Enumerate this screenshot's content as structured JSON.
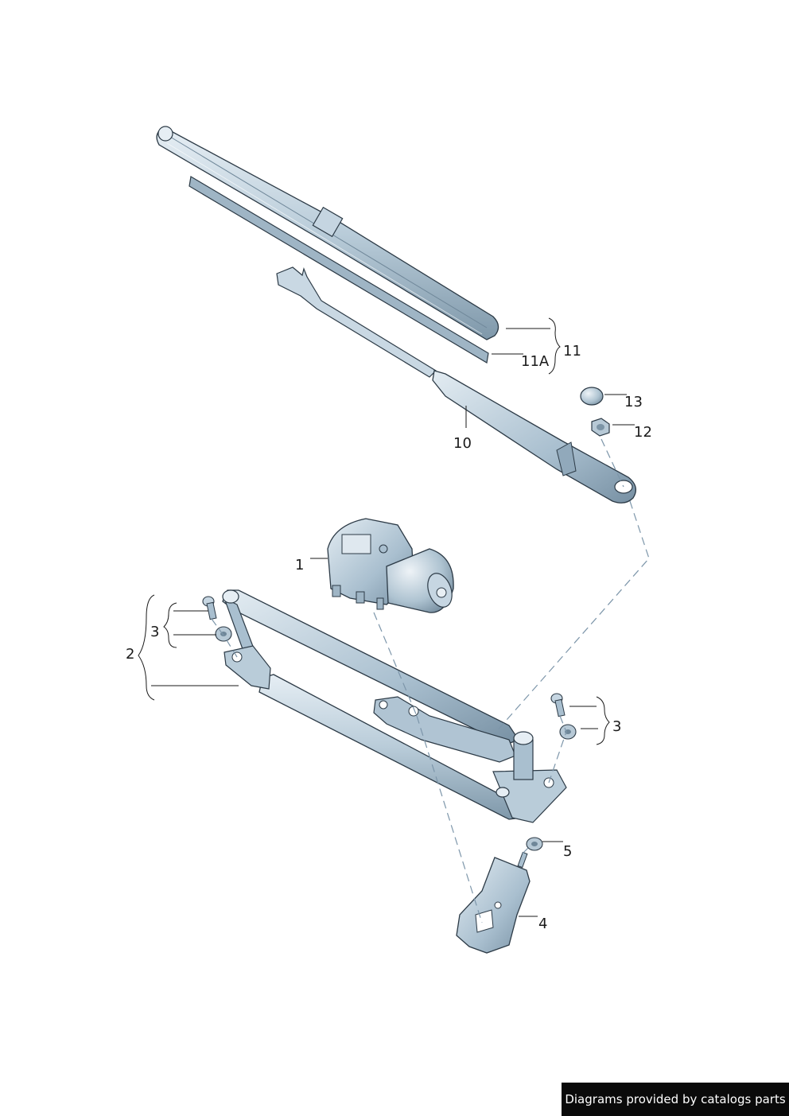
{
  "callouts": {
    "c1": "1",
    "c2": "2",
    "c3a": "3",
    "c3b": "3",
    "c4": "4",
    "c5": "5",
    "c10": "10",
    "c11": "11",
    "c11a": "11A",
    "c12": "12",
    "c13": "13"
  },
  "footer": {
    "text": "Diagrams provided by catalogs parts"
  },
  "colors": {
    "part_light": "#d6e3ec",
    "part_mid": "#a9bfcf",
    "part_dark": "#6f8799",
    "outline": "#2c3a46",
    "dash": "#7d96aa",
    "footer_bg": "#0a0a0a"
  }
}
